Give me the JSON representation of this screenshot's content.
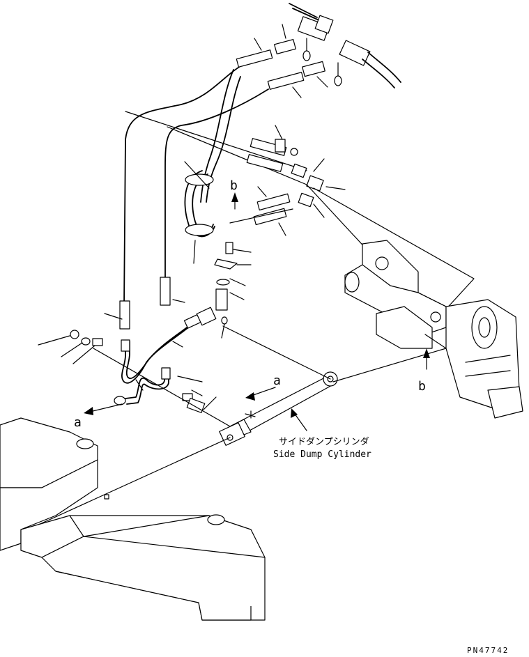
{
  "callouts": {
    "a_left": "a",
    "a_cylinder": "a",
    "b_top": "b",
    "b_right": "b"
  },
  "cylinder": {
    "name_jp": "サイドダンプシリンダ",
    "name_en": "Side Dump Cylinder"
  },
  "drawing_number": "PN47742"
}
